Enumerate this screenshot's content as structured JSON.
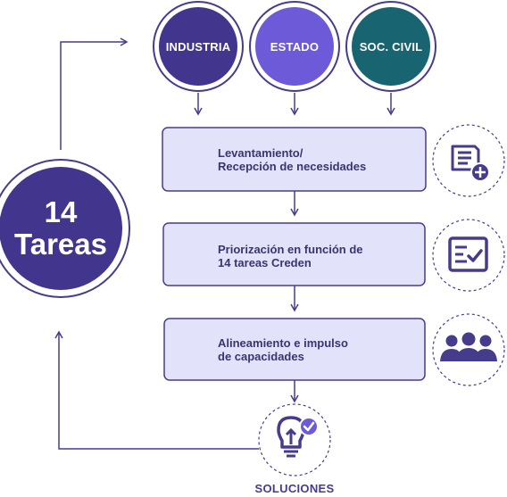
{
  "stakeholders": [
    {
      "label": "INDUSTRIA",
      "color": "#41358e"
    },
    {
      "label": "ESTADO",
      "color": "#6d5ad9"
    },
    {
      "label": "SOC. CIVIL",
      "color": "#186470"
    }
  ],
  "center": {
    "line1": "14",
    "line2": "Tareas",
    "color": "#41358e"
  },
  "steps": [
    {
      "line1": "Levantamiento/",
      "line2": "Recepción de necesidades",
      "icon": "document-add-icon"
    },
    {
      "line1": "Priorización en función de",
      "line2": "14 tareas Creden",
      "icon": "checklist-icon"
    },
    {
      "line1": "Alineamiento e impulso",
      "line2": "de capacidades",
      "icon": "group-icon"
    }
  ],
  "solutions": {
    "label": "SOLUCIONES",
    "icon": "lightbulb-check-icon"
  },
  "colors": {
    "primary": "#463c8c",
    "box_fill": "#e2e3fb",
    "icon_check": "#6d5ad9"
  }
}
